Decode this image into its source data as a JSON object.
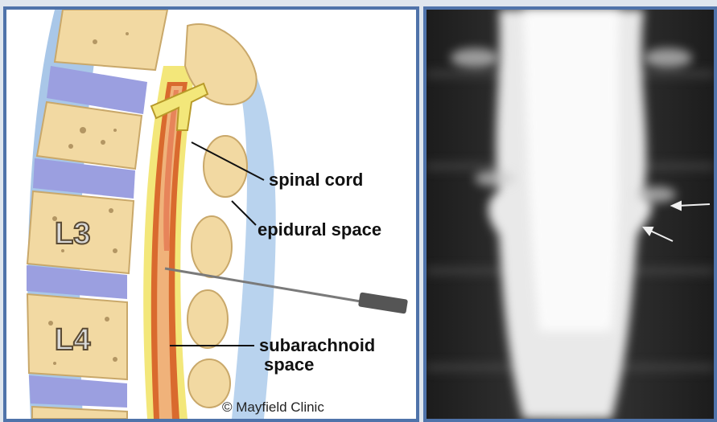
{
  "diagram": {
    "labels": {
      "spinal_cord": "spinal cord",
      "epidural_space": "epidural space",
      "subarachnoid_space_line1": "subarachnoid",
      "subarachnoid_space_line2": "space"
    },
    "vertebrae": [
      "L3",
      "L4"
    ],
    "credit": "© Mayfield Clinic"
  },
  "xray": {
    "arrow_count": 2
  }
}
